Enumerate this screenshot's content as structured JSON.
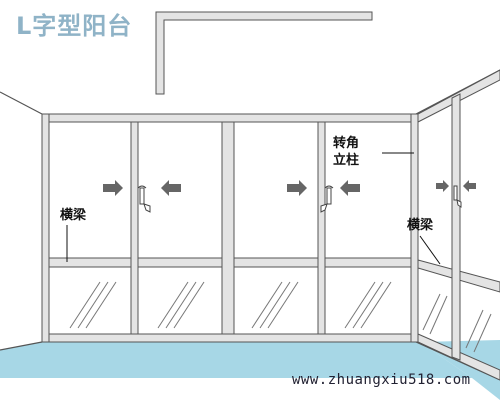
{
  "title": "L字型阳台",
  "labels": {
    "corner_post_line1": "转角",
    "corner_post_line2": "立柱",
    "beam_left": "横梁",
    "beam_right": "横梁"
  },
  "watermark": "www.zhuangxiu518.com",
  "colors": {
    "frame_fill": "#e4e4e4",
    "frame_stroke": "#555555",
    "floor": "#a7d7e6",
    "glass_lines": "#777777",
    "title": "#8fb3c7"
  },
  "icons": [
    "arrow-right-icon",
    "arrow-left-icon",
    "window-handle-icon",
    "l-shape-icon"
  ]
}
